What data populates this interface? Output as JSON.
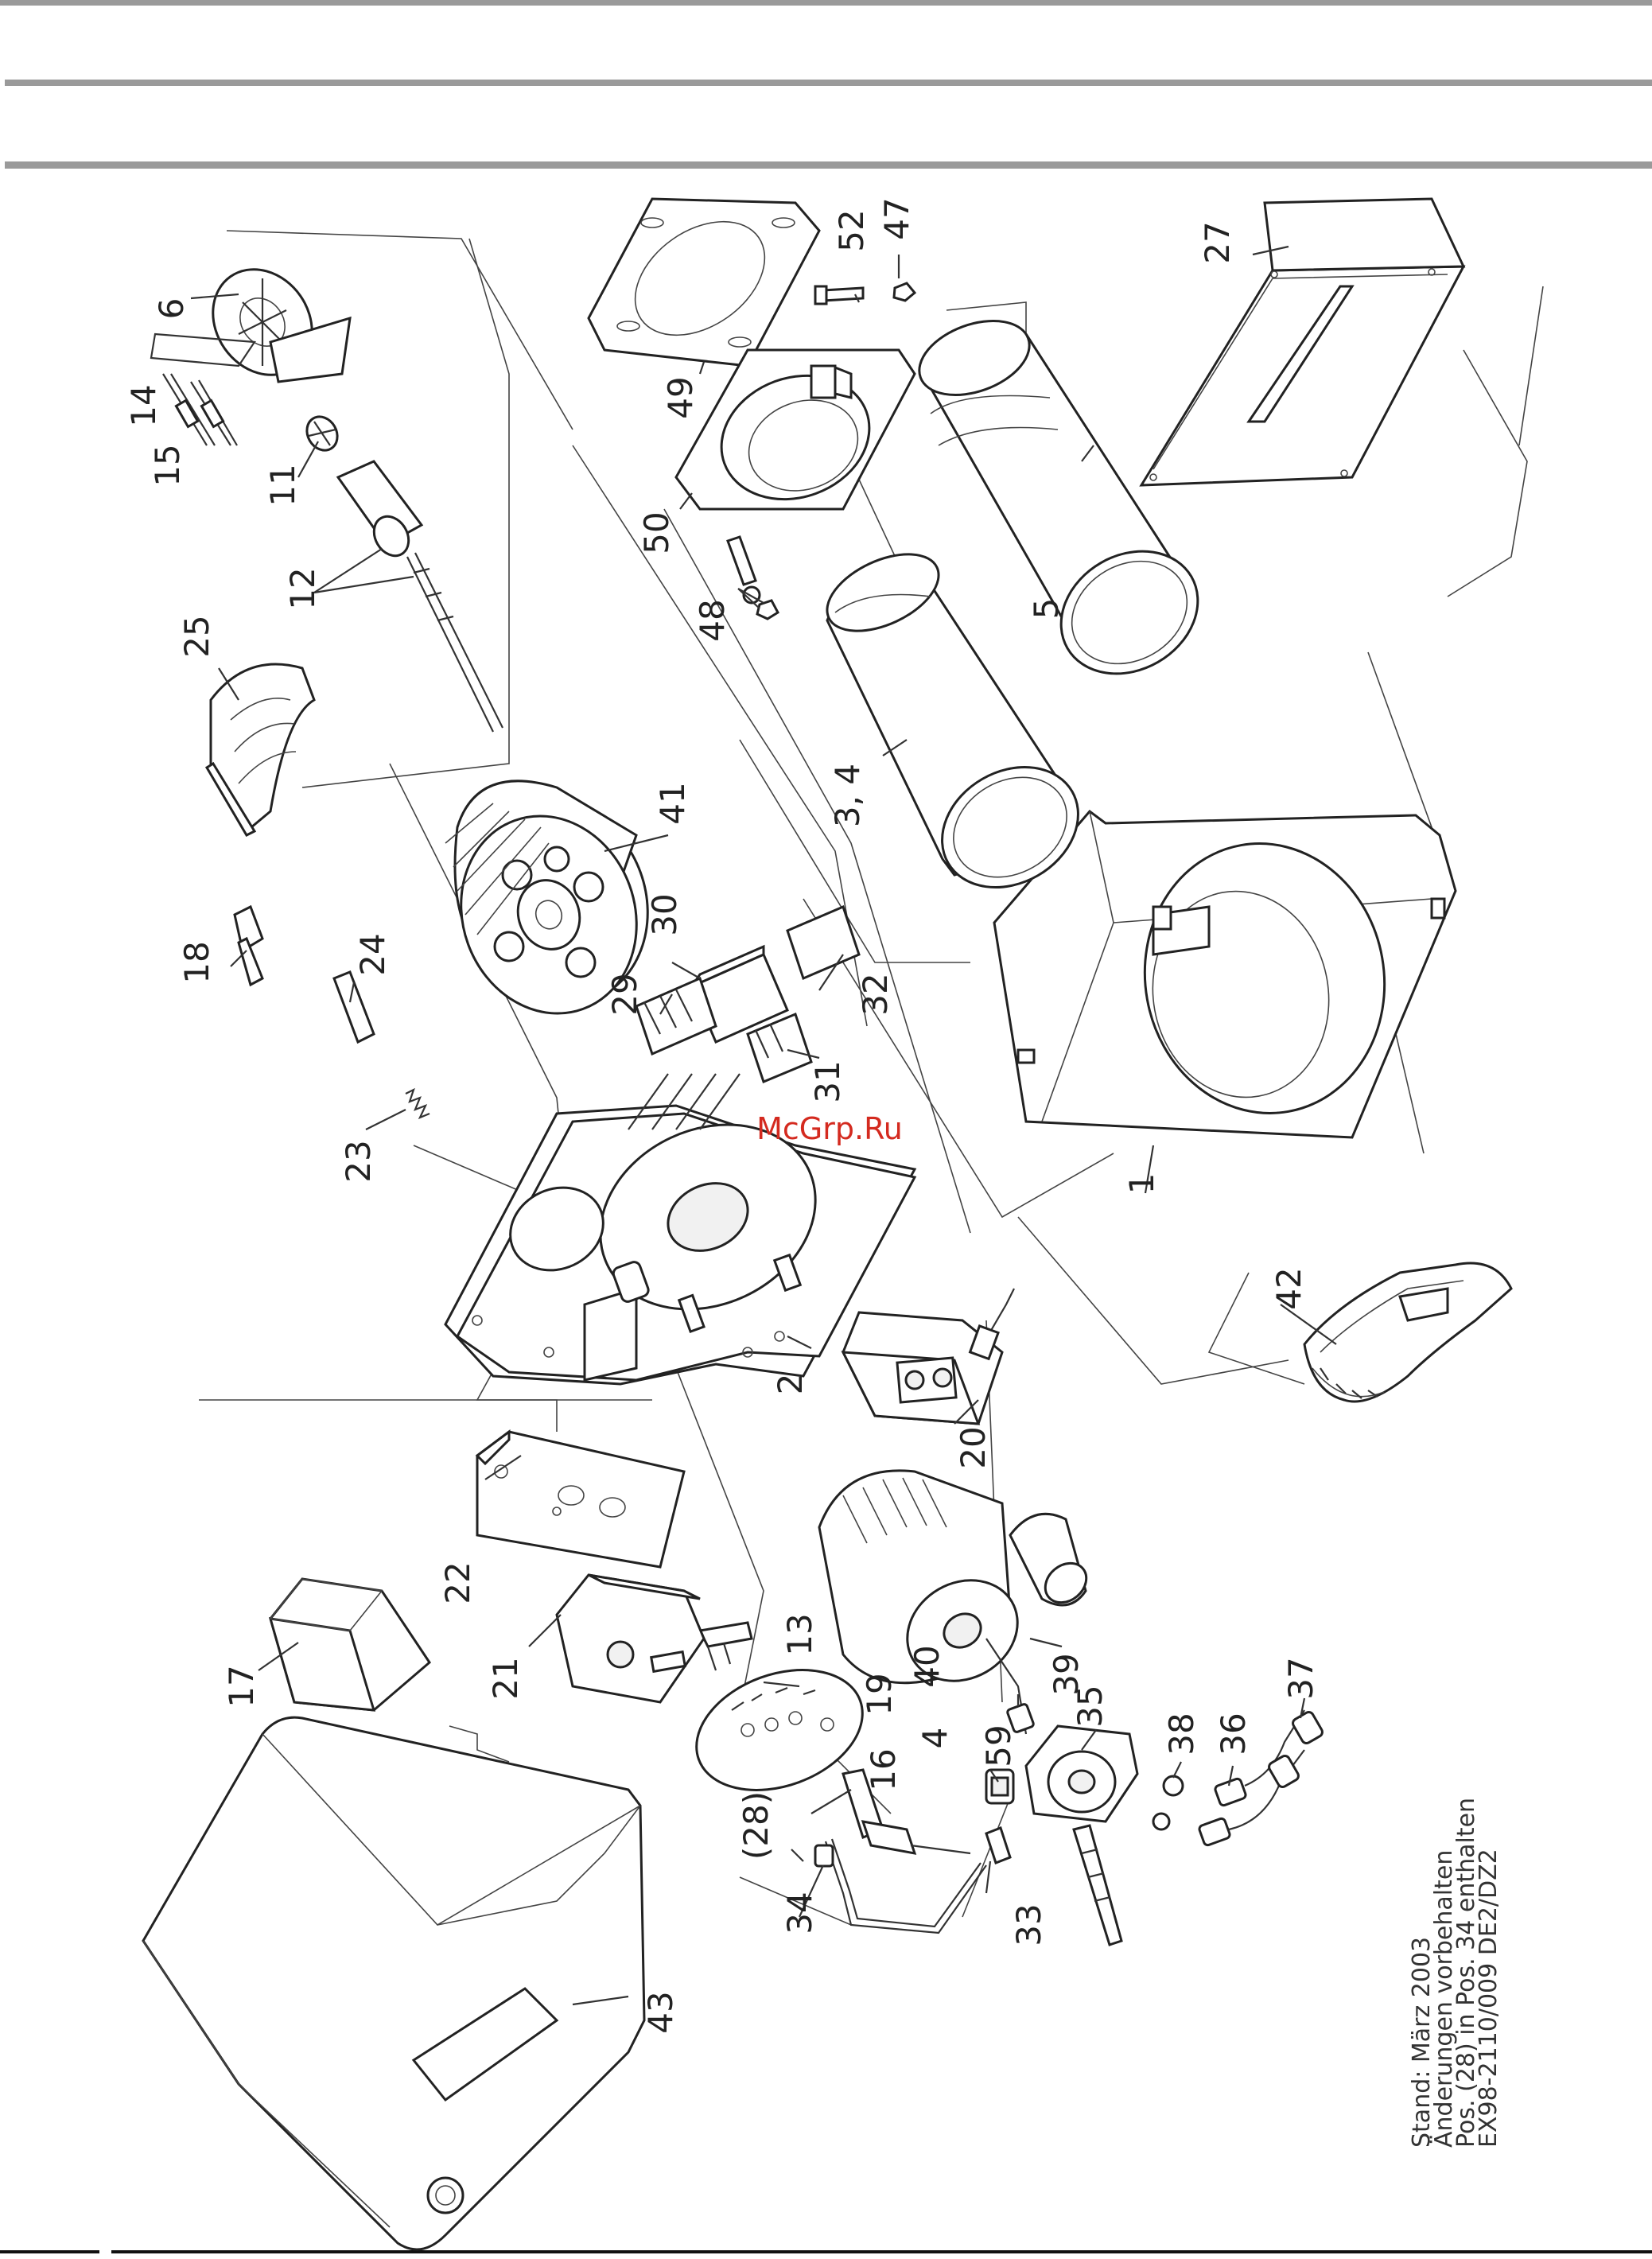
{
  "watermark": "McGrp.Ru",
  "notes": {
    "line1": "Stand: März 2003",
    "line2": "Änderungen vorbehalten",
    "line3": "Pos. (28) in Pos. 34 enthalten",
    "line4": "EX98-2110/009   DE2/DZ2"
  },
  "parts": {
    "p1": "1",
    "p2": "2",
    "p3_4": "3, 4",
    "p4b": "4",
    "p5": "5",
    "p6": "6",
    "p11": "11",
    "p12": "12",
    "p13": "13",
    "p14": "14",
    "p15": "15",
    "p16": "16",
    "p17": "17",
    "p18": "18",
    "p19": "19",
    "p20": "20",
    "p21": "21",
    "p22": "22",
    "p23": "23",
    "p24": "24",
    "p25": "25",
    "p27": "27",
    "p28": "(28)",
    "p29": "29",
    "p30": "30",
    "p31": "31",
    "p32": "32",
    "p33": "33",
    "p34": "34",
    "p35": "35",
    "p36": "36",
    "p37": "37",
    "p38": "38",
    "p39": "39",
    "p40": "40",
    "p41": "41",
    "p42": "42",
    "p43": "43",
    "p47": "47",
    "p48": "48",
    "p49": "49",
    "p50": "50",
    "p52": "52",
    "p59": "59"
  }
}
